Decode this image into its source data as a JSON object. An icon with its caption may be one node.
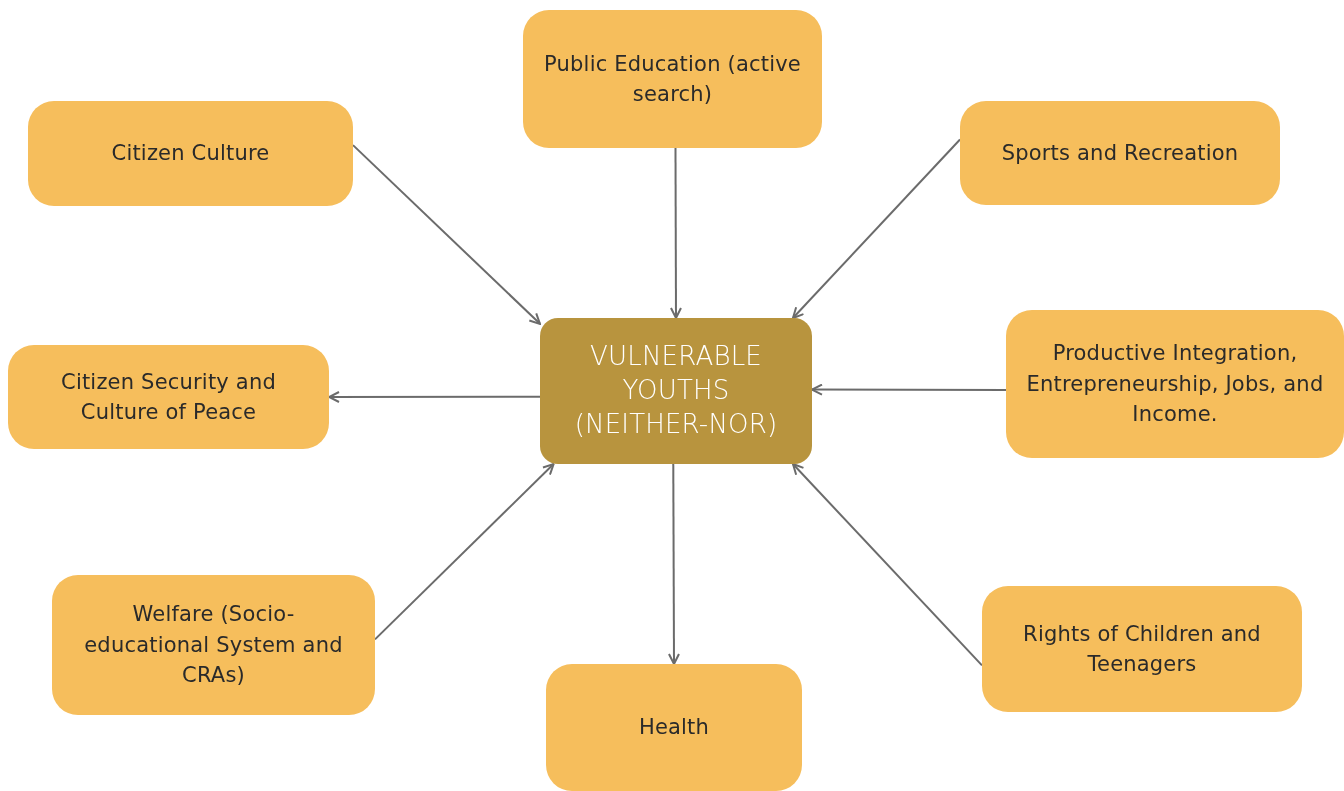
{
  "diagram": {
    "nodes": [
      {
        "text": [
          "VULNERABLE YOUTHS (NEITHER-NOR)"
        ]
      },
      {
        "text": [
          "Public Education (active search)"
        ]
      },
      {
        "text": [
          "Citizen Culture"
        ]
      },
      {
        "text": [
          "Sports and Recreation"
        ]
      },
      {
        "text": [
          "Citizen Security and Culture of Peace"
        ]
      },
      {
        "text": [
          "Productive Integration, Entrepreneurship, Jobs, and Income."
        ]
      },
      {
        "text": [
          "Welfare (Socio-educational System and CRAs)"
        ]
      },
      {
        "text": [
          "Health"
        ]
      },
      {
        "text": [
          "Rights of Children and Teenagers"
        ]
      }
    ],
    "edges": [
      {
        "from": 1,
        "to": 0,
        "arrow": "to"
      },
      {
        "from": 2,
        "to": 0,
        "arrow": "to"
      },
      {
        "from": 3,
        "to": 0,
        "arrow": "to"
      },
      {
        "from": 0,
        "to": 4,
        "arrow": "to"
      },
      {
        "from": 5,
        "to": 0,
        "arrow": "to"
      },
      {
        "from": 6,
        "to": 0,
        "arrow": "to"
      },
      {
        "from": 0,
        "to": 7,
        "arrow": "to"
      },
      {
        "from": 8,
        "to": 0,
        "arrow": "to"
      }
    ]
  }
}
